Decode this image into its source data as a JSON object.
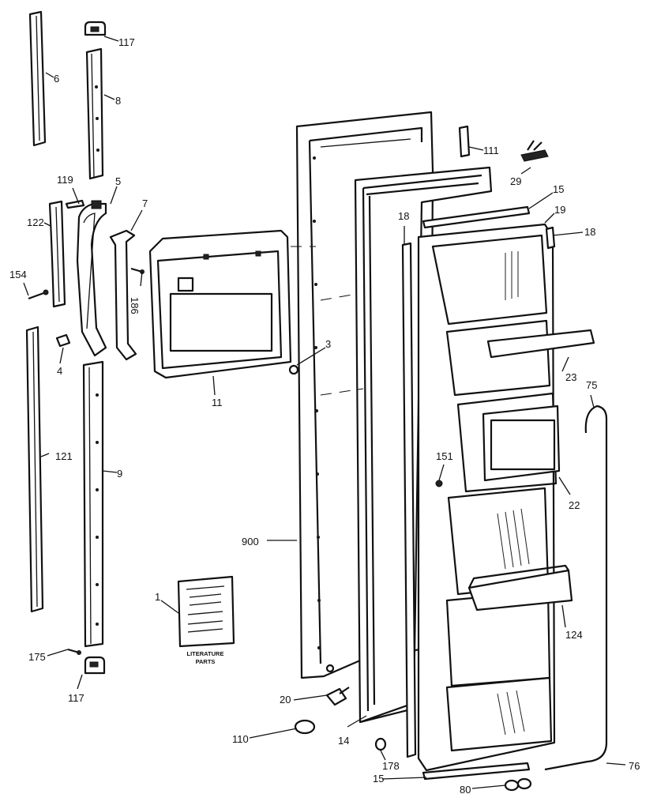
{
  "labels": {
    "l117a": "117",
    "l6": "6",
    "l8": "8",
    "l111": "111",
    "l29": "29",
    "l119": "119",
    "l5": "5",
    "l7": "7",
    "l15a": "15",
    "l19": "19",
    "l18a": "18",
    "l18b": "18",
    "l122": "122",
    "l154": "154",
    "l186": "186",
    "l3": "3",
    "l4": "4",
    "l11": "11",
    "l23": "23",
    "l75": "75",
    "l121": "121",
    "l9": "9",
    "l151": "151",
    "l22": "22",
    "l900": "900",
    "l1": "1",
    "l124": "124",
    "l175": "175",
    "l117b": "117",
    "l20": "20",
    "l110": "110",
    "l14": "14",
    "l178": "178",
    "l15b": "15",
    "l80": "80",
    "l76": "76"
  },
  "literature": {
    "line1": "LITERATURE",
    "line2": "PARTS"
  }
}
